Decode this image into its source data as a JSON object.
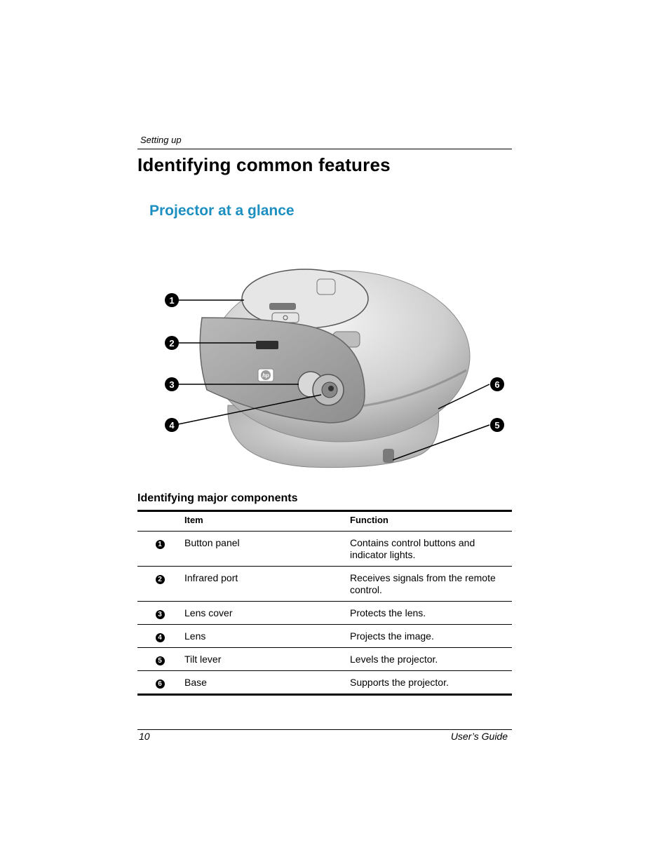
{
  "header": {
    "section": "Setting up"
  },
  "title": "Identifying common features",
  "subtitle": "Projector at a glance",
  "figure": {
    "callouts": [
      "1",
      "2",
      "3",
      "4",
      "5",
      "6"
    ],
    "logo_text": "hp"
  },
  "table": {
    "caption": "Identifying major components",
    "columns": [
      "Item",
      "Function"
    ],
    "rows": [
      {
        "num": "1",
        "item": "Button panel",
        "function": "Contains control buttons and indicator lights."
      },
      {
        "num": "2",
        "item": "Infrared port",
        "function": "Receives signals from the remote control."
      },
      {
        "num": "3",
        "item": "Lens cover",
        "function": "Protects the lens."
      },
      {
        "num": "4",
        "item": "Lens",
        "function": "Projects the image."
      },
      {
        "num": "5",
        "item": "Tilt lever",
        "function": "Levels the projector."
      },
      {
        "num": "6",
        "item": "Base",
        "function": "Supports the projector."
      }
    ]
  },
  "footer": {
    "page_number": "10",
    "guide": "User’s Guide"
  }
}
